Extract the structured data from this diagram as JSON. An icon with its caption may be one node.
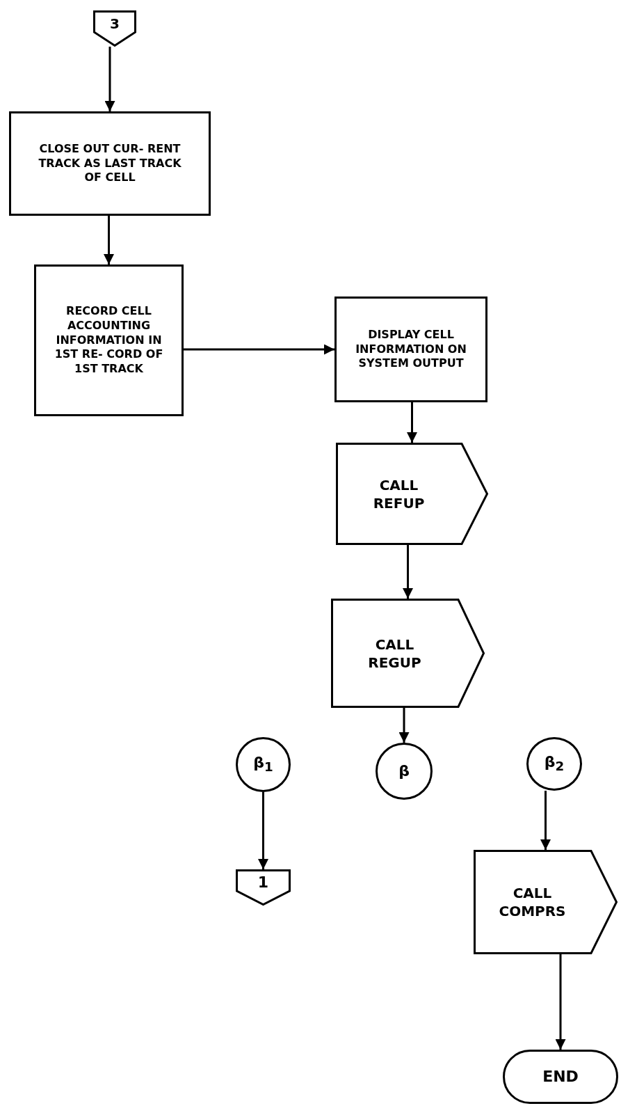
{
  "diagram": {
    "nodes": [
      {
        "text": [
          "3"
        ]
      },
      {
        "text": [
          "CLOSE OUT CUR- RENT TRACK AS LAST TRACK OF CELL"
        ]
      },
      {
        "text": [
          "RECORD CELL ACCOUNTING INFORMATION IN 1ST RE- CORD OF 1ST TRACK"
        ]
      },
      {
        "text": [
          "DISPLAY CELL INFORMATION ON SYSTEM OUTPUT"
        ]
      },
      {
        "text": [
          "CALL REFUP"
        ]
      },
      {
        "text": [
          "CALL REGUP"
        ]
      },
      {
        "text": [
          "β"
        ]
      },
      {
        "text": [
          "β$_{1}$"
        ]
      },
      {
        "text": [
          "1"
        ]
      },
      {
        "text": [
          "β$_{2}$"
        ]
      },
      {
        "text": [
          "CALL COMPRS"
        ]
      },
      {
        "text": [
          "END"
        ]
      }
    ],
    "edges": [
      {
        "from": 0,
        "to": 1,
        "arrow": "to"
      },
      {
        "from": 1,
        "to": 2,
        "arrow": "to"
      },
      {
        "from": 2,
        "to": 3,
        "arrow": "to"
      },
      {
        "from": 3,
        "to": 4,
        "arrow": "to"
      },
      {
        "from": 4,
        "to": 5,
        "arrow": "to"
      },
      {
        "from": 5,
        "to": 6,
        "arrow": "to"
      },
      {
        "from": 7,
        "to": 8,
        "arrow": "to"
      },
      {
        "from": 9,
        "to": 10,
        "arrow": "to"
      },
      {
        "from": 10,
        "to": 11,
        "arrow": "to"
      }
    ]
  }
}
